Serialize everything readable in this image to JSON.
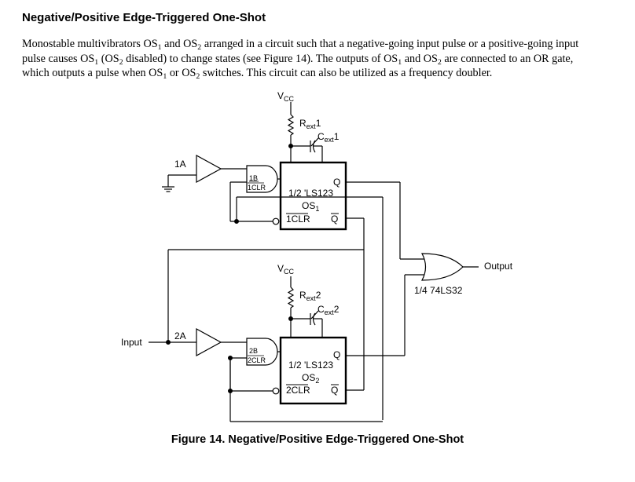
{
  "section_title": "Negative/Positive Edge-Triggered One-Shot",
  "description": {
    "line_1": [
      {
        "t": "Monostable multivibrators OS"
      },
      {
        "t": "1",
        "sub": true
      },
      {
        "t": " and OS"
      },
      {
        "t": "2",
        "sub": true
      },
      {
        "t": " arranged in a circuit such that a negative-going input pulse or a positive-going input"
      }
    ],
    "line_2": [
      {
        "t": "pulse causes OS"
      },
      {
        "t": "1",
        "sub": true
      },
      {
        "t": " (OS"
      },
      {
        "t": "2",
        "sub": true
      },
      {
        "t": " disabled) to change states (see Figure 14). The outputs of OS"
      },
      {
        "t": "1",
        "sub": true
      },
      {
        "t": " and OS"
      },
      {
        "t": "2",
        "sub": true
      },
      {
        "t": " are connected to an OR gate,"
      }
    ],
    "line_3": [
      {
        "t": "which outputs a pulse when OS"
      },
      {
        "t": "1",
        "sub": true
      },
      {
        "t": " or OS"
      },
      {
        "t": "2",
        "sub": true
      },
      {
        "t": " switches. This circuit can also be utilized as a frequency doubler."
      }
    ]
  },
  "diagram": {
    "top_supply": "V",
    "top_supply_sub": "CC",
    "bottom_supply": "V",
    "bottom_supply_sub": "CC",
    "rext1": "R",
    "rext1_sub": "ext",
    "rext1_num": "1",
    "cext1": "C",
    "cext1_sub": "ext",
    "cext1_num": "1",
    "rext2": "R",
    "rext2_sub": "ext",
    "rext2_num": "2",
    "cext2": "C",
    "cext2_sub": "ext",
    "cext2_num": "2",
    "pin_1a": "1A",
    "pin_1b": "1B",
    "pin_1clr_and": "1CLR",
    "chip1_q": "Q",
    "chip1_name": "1/2 'LS123",
    "chip1_os": "OS",
    "chip1_os_sub": "1",
    "chip1_clr": "1CLR",
    "chip1_qbar": "Q",
    "pin_2a": "2A",
    "pin_2b": "2B",
    "pin_2clr_and": "2CLR",
    "chip2_q": "Q",
    "chip2_name": "1/2 'LS123",
    "chip2_os": "OS",
    "chip2_os_sub": "2",
    "chip2_clr": "2CLR",
    "chip2_qbar": "Q",
    "input_label": "Input",
    "output_label": "Output",
    "or_gate_label": "1/4 74LS32"
  },
  "caption": "Figure 14.  Negative/Positive Edge-Triggered One-Shot"
}
